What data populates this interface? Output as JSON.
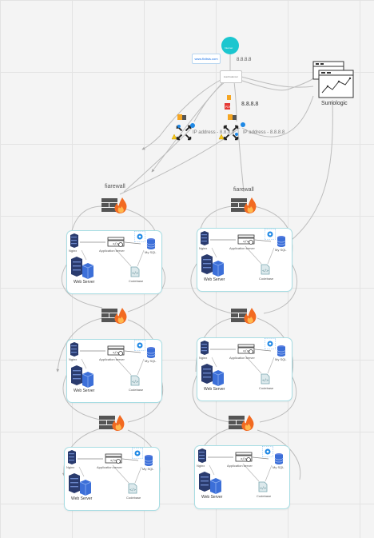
{
  "top": {
    "globe_label": "Internet",
    "url_text": "www.fixitsis.com",
    "lb_label": "load balancer",
    "ip_top": "8.8.8.8",
    "ip_middle": "8.8.8.8",
    "ip_address_left": "IP address - 8.8.8.8",
    "ip_address_right": "IP address - 8.8.8.8"
  },
  "monitoring": {
    "label": "Sumologic"
  },
  "firewall_labels": {
    "left": "fiarewall",
    "right": "fiarewall"
  },
  "cluster_labels": {
    "nginx": "Nginx",
    "app_server": "Application server",
    "mysql": "My SQL",
    "web_server": "Web Server",
    "codebase": "Codebase"
  },
  "colors": {
    "accent_teal": "#1bc6cf",
    "server_navy": "#2a3b6e",
    "server_blue": "#3c6fd8",
    "firewall_flame": "#f26a21",
    "firewall_brick": "#555555",
    "cluster_border": "#a8dde3",
    "arrow_gray": "#bdbdbd"
  }
}
